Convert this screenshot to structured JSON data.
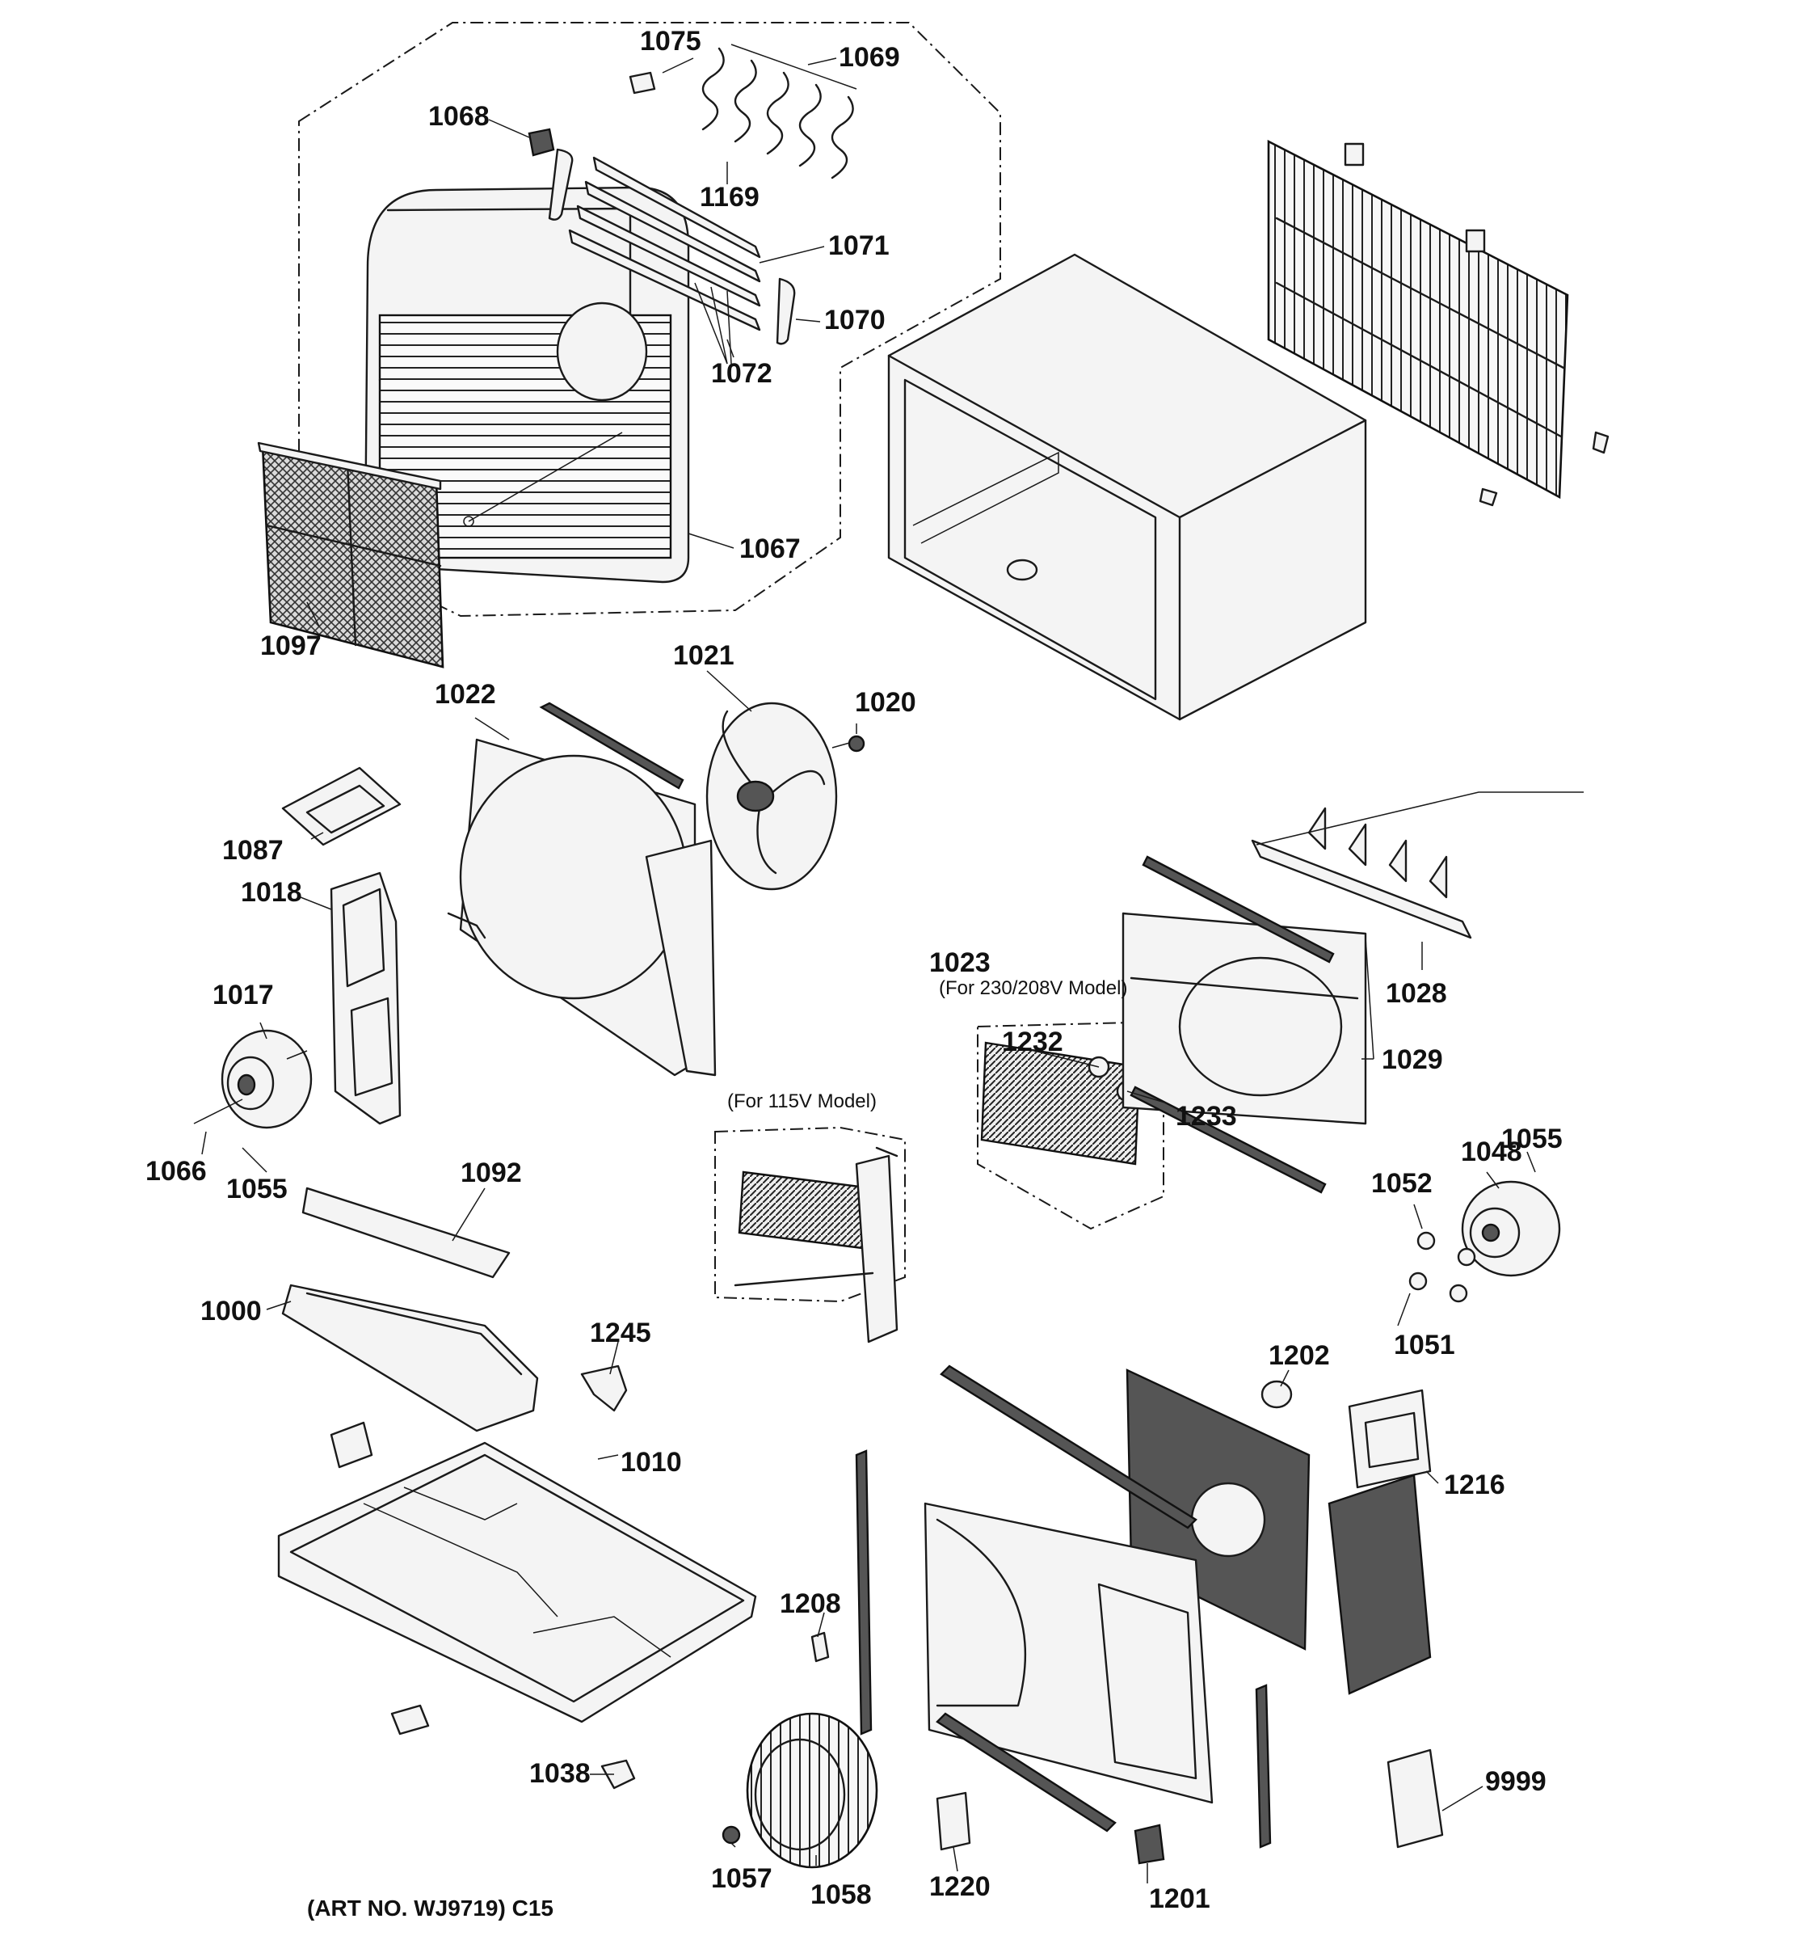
{
  "footer": {
    "art_number": "(ART NO. WJ9719) C15"
  },
  "notes": {
    "model_230": "(For 230/208V Model)",
    "model_115": "(For 115V Model)"
  },
  "parts": {
    "p1075": "1075",
    "p1069": "1069",
    "p1068": "1068",
    "p1169": "1169",
    "p1071": "1071",
    "p1070": "1070",
    "p1072": "1072",
    "p1067": "1067",
    "p1097": "1097",
    "p1022": "1022",
    "p1021": "1021",
    "p1020": "1020",
    "p1087": "1087",
    "p1018": "1018",
    "p1017": "1017",
    "p1066": "1066",
    "p1055a": "1055",
    "p1092": "1092",
    "p1000": "1000",
    "p1245": "1245",
    "p1010": "1010",
    "p1038": "1038",
    "p1208": "1208",
    "p1057": "1057",
    "p1058": "1058",
    "p1220": "1220",
    "p1201": "1201",
    "p1023": "1023",
    "p1232": "1232",
    "p1233": "1233",
    "p1028": "1028",
    "p1029": "1029",
    "p1048": "1048",
    "p1055b": "1055",
    "p1052": "1052",
    "p1051": "1051",
    "p1202": "1202",
    "p1216": "1216",
    "p9999": "9999"
  }
}
